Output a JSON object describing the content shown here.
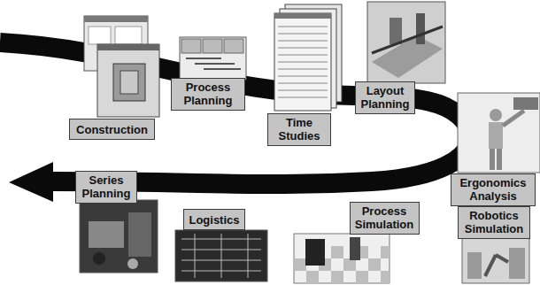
{
  "diagram": {
    "nodes": [
      {
        "text": [
          "Construction"
        ]
      },
      {
        "text": [
          "Process Planning"
        ]
      },
      {
        "text": [
          "Time Studies"
        ]
      },
      {
        "text": [
          "Layout Planning"
        ]
      },
      {
        "text": [
          "Ergonomics Analysis"
        ]
      },
      {
        "text": [
          "Robotics Simulation"
        ]
      },
      {
        "text": [
          "Process Simulation"
        ]
      },
      {
        "text": [
          "Logistics"
        ]
      },
      {
        "text": [
          "Series Planning"
        ]
      }
    ]
  }
}
